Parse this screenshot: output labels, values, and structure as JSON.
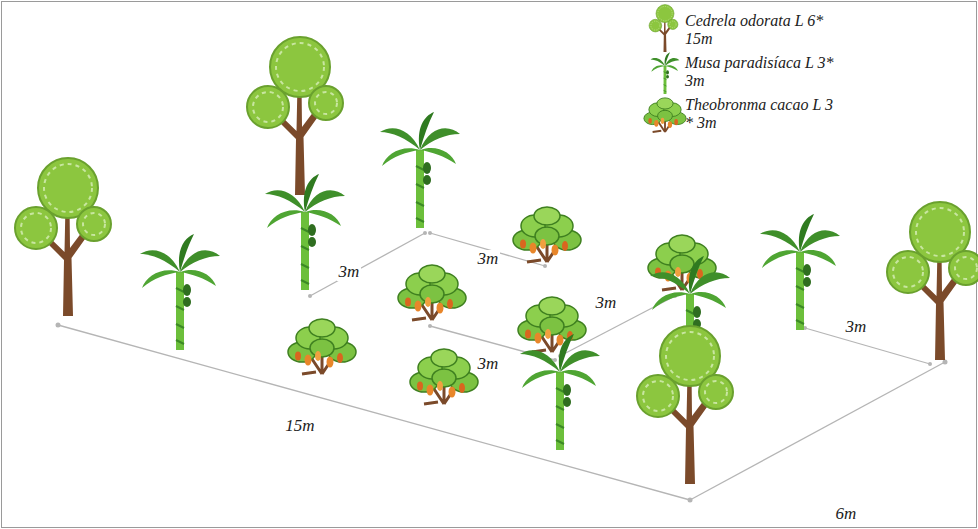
{
  "diagram": {
    "labels": [
      "3m",
      "3m",
      "3m",
      "3m",
      "3m",
      "15m",
      "6m"
    ],
    "legend": [
      {
        "text": "Cedrela odorata L 6* 15m"
      },
      {
        "text": "Musa paradisíaca L 3* 3m"
      },
      {
        "text": "Theobronma cacao L 3 * 3m"
      }
    ]
  }
}
